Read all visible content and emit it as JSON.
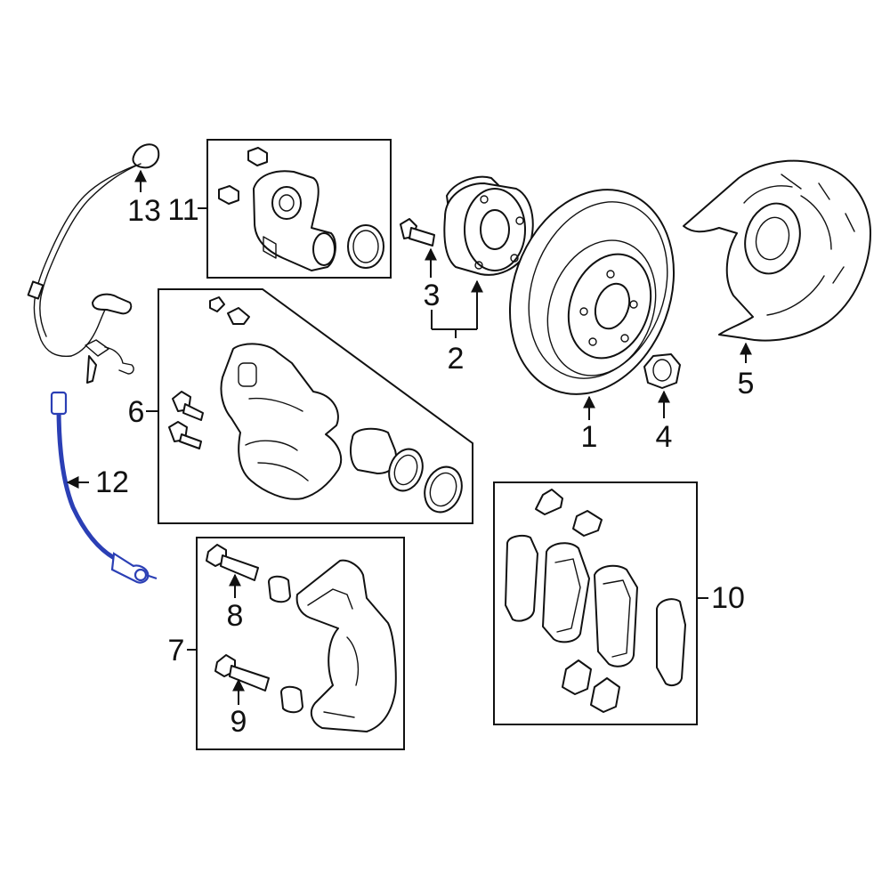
{
  "diagram": {
    "highlight_color": "#2b3fb5",
    "line_color": "#111111",
    "background": "#ffffff"
  },
  "callouts": {
    "c1": "1",
    "c2": "2",
    "c3": "3",
    "c4": "4",
    "c5": "5",
    "c6": "6",
    "c7": "7",
    "c8": "8",
    "c9": "9",
    "c10": "10",
    "c11": "11",
    "c12": "12",
    "c13": "13"
  },
  "highlighted_part": "12"
}
